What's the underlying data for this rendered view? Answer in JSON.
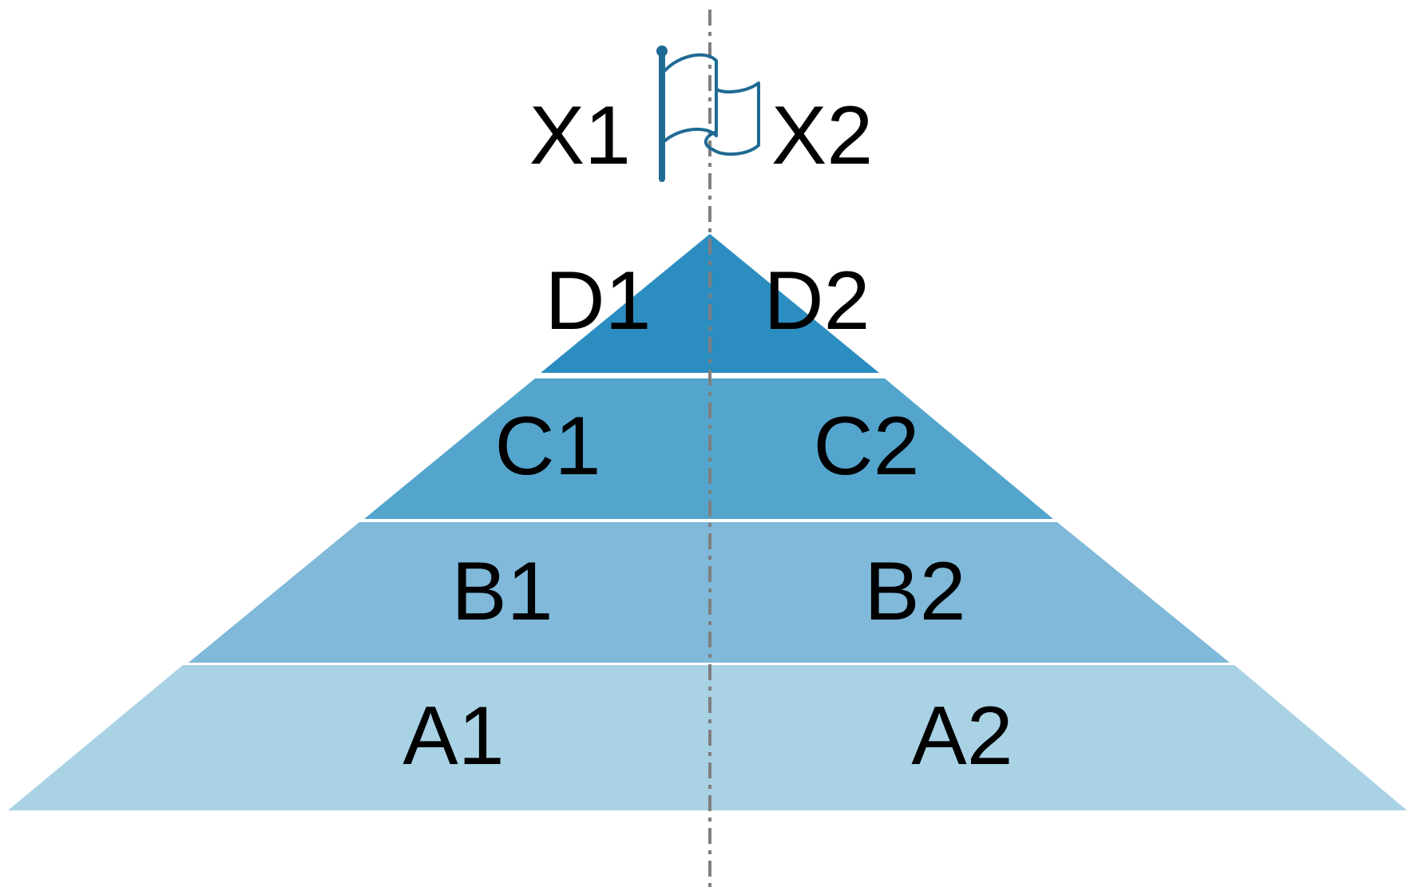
{
  "top_labels": {
    "left": "X1",
    "right": "X2"
  },
  "flag_icon": {
    "name": "flag-icon",
    "color": "#1f6a94"
  },
  "levels": [
    {
      "level": "D",
      "left_label": "D1",
      "right_label": "D2",
      "color": "#2b8dc0"
    },
    {
      "level": "C",
      "left_label": "C1",
      "right_label": "C2",
      "color": "#54a5cd"
    },
    {
      "level": "B",
      "left_label": "B1",
      "right_label": "B2",
      "color": "#80b9d9"
    },
    {
      "level": "A",
      "left_label": "A1",
      "right_label": "A2",
      "color": "#a9d2e5"
    }
  ],
  "divider": {
    "style": "dash-dot",
    "color": "#7f7f7f"
  }
}
